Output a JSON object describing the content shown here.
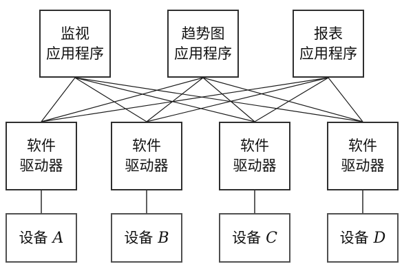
{
  "diagram": {
    "title": "software-driver-architecture",
    "colors": {
      "background": "#ffffff",
      "line": "#1a1a1a",
      "box_border": "#2e2e2e"
    },
    "apps": [
      {
        "line1": "监视",
        "line2": "应用程序"
      },
      {
        "line1": "趋势图",
        "line2": "应用程序"
      },
      {
        "line1": "报表",
        "line2": "应用程序"
      }
    ],
    "drivers": [
      {
        "line1": "软件",
        "line2": "驱动器"
      },
      {
        "line1": "软件",
        "line2": "驱动器"
      },
      {
        "line1": "软件",
        "line2": "驱动器"
      },
      {
        "line1": "软件",
        "line2": "驱动器"
      }
    ],
    "devices": [
      {
        "prefix": "设备",
        "letter": "A"
      },
      {
        "prefix": "设备",
        "letter": "B"
      },
      {
        "prefix": "设备",
        "letter": "C"
      },
      {
        "prefix": "设备",
        "letter": "D"
      }
    ]
  }
}
